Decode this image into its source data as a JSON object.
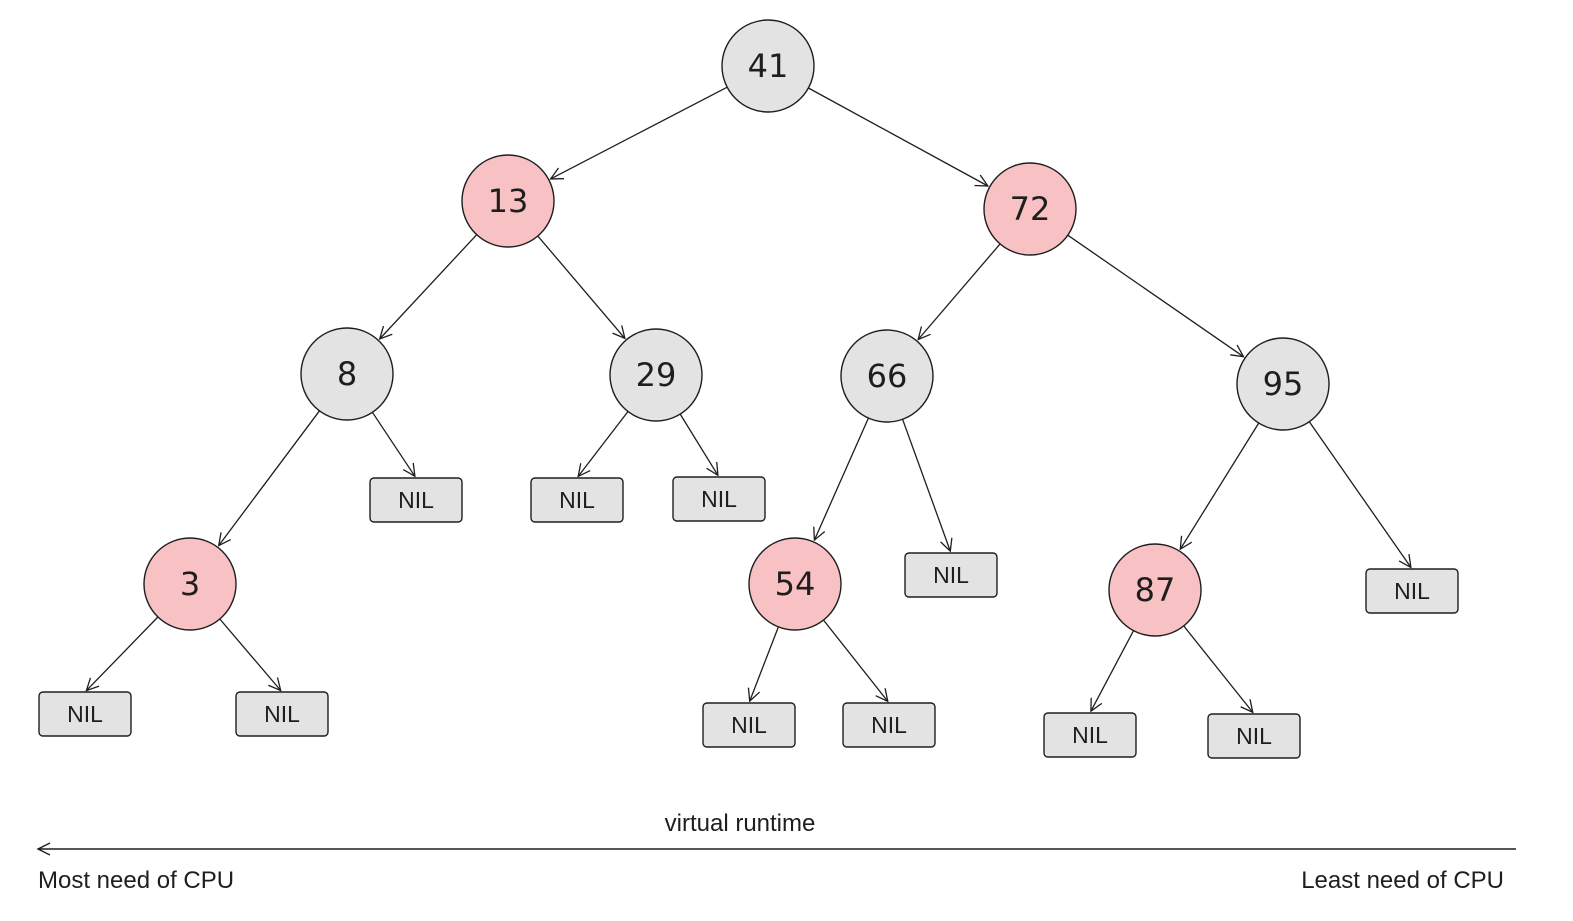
{
  "colors": {
    "black_node": "#e3e3e3",
    "red_node": "#f8c2c4",
    "nil_fill": "#e3e3e3",
    "stroke": "#1e1e1e"
  },
  "tree": {
    "nodes": [
      {
        "id": "n41",
        "label": "41",
        "color": "black"
      },
      {
        "id": "n13",
        "label": "13",
        "color": "red"
      },
      {
        "id": "n72",
        "label": "72",
        "color": "red"
      },
      {
        "id": "n8",
        "label": "8",
        "color": "black"
      },
      {
        "id": "n29",
        "label": "29",
        "color": "black"
      },
      {
        "id": "n66",
        "label": "66",
        "color": "black"
      },
      {
        "id": "n95",
        "label": "95",
        "color": "black"
      },
      {
        "id": "n3",
        "label": "3",
        "color": "red"
      },
      {
        "id": "n54",
        "label": "54",
        "color": "red"
      },
      {
        "id": "n87",
        "label": "87",
        "color": "red"
      }
    ],
    "nil_label": "NIL",
    "edges": [
      [
        "n41",
        "n13"
      ],
      [
        "n41",
        "n72"
      ],
      [
        "n13",
        "n8"
      ],
      [
        "n13",
        "n29"
      ],
      [
        "n72",
        "n66"
      ],
      [
        "n72",
        "n95"
      ],
      [
        "n8",
        "n3"
      ],
      [
        "n8",
        "nil_8r"
      ],
      [
        "n29",
        "nil_29l"
      ],
      [
        "n29",
        "nil_29r"
      ],
      [
        "n66",
        "n54"
      ],
      [
        "n66",
        "nil_66r"
      ],
      [
        "n95",
        "n87"
      ],
      [
        "n95",
        "nil_95r"
      ],
      [
        "n3",
        "nil_3l"
      ],
      [
        "n3",
        "nil_3r"
      ],
      [
        "n54",
        "nil_54l"
      ],
      [
        "n54",
        "nil_54r"
      ],
      [
        "n87",
        "nil_87l"
      ],
      [
        "n87",
        "nil_87r"
      ]
    ],
    "nils": [
      "nil_8r",
      "nil_29l",
      "nil_29r",
      "nil_66r",
      "nil_95r",
      "nil_3l",
      "nil_3r",
      "nil_54l",
      "nil_54r",
      "nil_87l",
      "nil_87r"
    ]
  },
  "axis": {
    "label": "virtual runtime",
    "left_text": "Most need of CPU",
    "right_text": "Least need of CPU"
  }
}
